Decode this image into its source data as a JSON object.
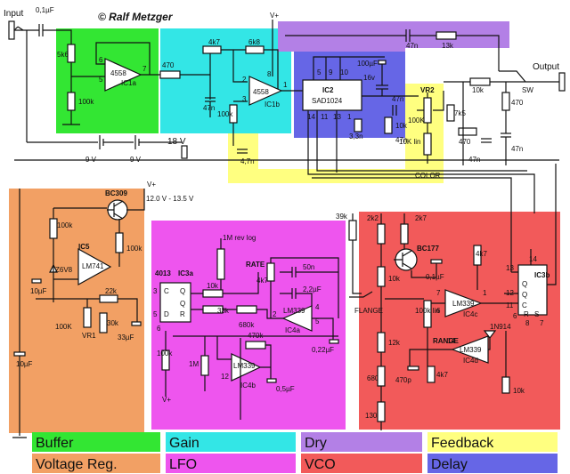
{
  "title": "© Ralf Metzger",
  "colors": {
    "buffer": "#33e633",
    "gain": "#33e6e6",
    "dry": "#b380e6",
    "feedback": "#ffff80",
    "voltage_reg": "#f2a064",
    "lfo": "#ee55ee",
    "vco": "#f25a5a",
    "delay": "#6666e6"
  },
  "legend": [
    {
      "key": "buffer",
      "label": "Buffer"
    },
    {
      "key": "gain",
      "label": "Gain"
    },
    {
      "key": "dry",
      "label": "Dry"
    },
    {
      "key": "feedback",
      "label": "Feedback"
    },
    {
      "key": "voltage_reg",
      "label": "Voltage Reg."
    },
    {
      "key": "lfo",
      "label": "LFO"
    },
    {
      "key": "vco",
      "label": "VCO"
    },
    {
      "key": "delay",
      "label": "Delay"
    }
  ],
  "labels": {
    "input": "Input",
    "output": "Output",
    "sw": "SW",
    "c_in": "0,1µF",
    "r_5k6": "5k6",
    "r_100k_buf": "100k",
    "ic1a": "4558",
    "ic1a_name": "IC1a",
    "r_470": "470",
    "r_4k7": "4k7",
    "r_6k8": "6k8",
    "c_47n_gain": "47n",
    "ic1b": "4558",
    "ic1b_name": "IC1b",
    "r_100k_gain": "100k",
    "c_47n_dry": "47n",
    "r_13k": "13k",
    "ic2": "IC2",
    "ic2_chip": "SAD1024",
    "c_100u": "100µF",
    "v_16": "16v",
    "c_3n3": "3,3n",
    "r_10k_delay": "10k",
    "c_47n_delay": "47n",
    "vr2": "VR2",
    "r_100k_vr2": "100K",
    "r_10k_lin": "10K lin",
    "color": "COLOR",
    "r_7k5": "7k5",
    "r_10k_out": "10k",
    "r_470_out": "470",
    "c_47n_out": "47n",
    "r_470_out2": "470",
    "c_47n_out2": "47n",
    "c_47n_out3": "47n",
    "v_18": "18 V",
    "v_9a": "9 V",
    "v_9b": "9 V",
    "c_4n7": "4,7n",
    "bc309": "BC309",
    "v_range": "12.0 V - 13.5 V",
    "r_100k_vreg": "100k",
    "zener": "Z6V8",
    "ic5": "IC5",
    "lm741": "LM741",
    "c_10u_a": "10µF",
    "r_22k": "22k",
    "r_30k": "30k",
    "vr1_val": "100K",
    "vr1": "VR1",
    "c_33u": "33µF",
    "c_10u_b": "10µF",
    "r_100k_vreg2": "100k",
    "ic3a_chip": "4013",
    "ic3a": "IC3a",
    "rate_pot": "1M rev log",
    "rate": "RATE",
    "r_10k_lfo": "10k",
    "r_33k": "33k",
    "r_680k": "680k",
    "r_4k7_lfo": "4k7",
    "c_50n": "50n",
    "c_2u2": "2,2µF",
    "lm339_a": "LM339",
    "ic4a": "IC4a",
    "c_022": "0,22µF",
    "r_470k": "470k",
    "r_100k_lfo": "100k",
    "r_1m": "1M",
    "lm339_b": "LM339",
    "ic4b": "IC4b",
    "c_05u": "0,5µF",
    "vplus": "V+",
    "r_39k": "39k",
    "flange": "FLANGE",
    "r_2k2": "2k2",
    "r_2k7": "2k7",
    "bc177": "BC177",
    "c_01u": "0,1µF",
    "r_10k_vco": "10k",
    "r_4k7_vco": "4k7",
    "r_12k": "12k",
    "range_pot": "100k lin",
    "range": "RANGE",
    "lm339_c": "LM339",
    "ic4c": "IC4c",
    "diode": "1N914",
    "lm339_d": "LM339",
    "ic4d": "IC4d",
    "r_680": "680",
    "c_470p": "470p",
    "r_4k7_vco2": "4k7",
    "r_10k_vco2": "10k",
    "r_130": "130",
    "ic3b": "IC3b",
    "pin_13": "13",
    "pin_14": "14",
    "pin_12": "12",
    "pin_11": "11",
    "pin_8": "8",
    "pin_7": "7",
    "pin_6": "6"
  }
}
